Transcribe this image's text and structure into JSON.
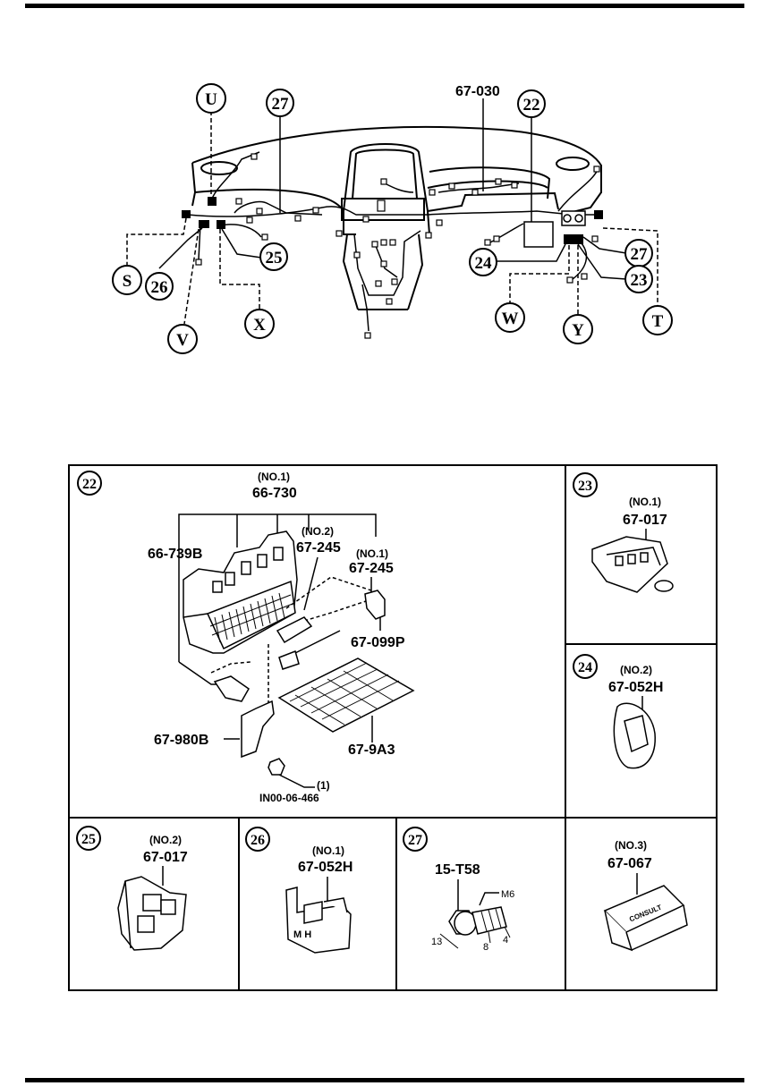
{
  "overview": {
    "callouts": [
      {
        "id": "U",
        "label": "U"
      },
      {
        "id": "c27a",
        "label": "27"
      },
      {
        "id": "c22",
        "label": "22"
      },
      {
        "id": "S",
        "label": "S"
      },
      {
        "id": "c26",
        "label": "26"
      },
      {
        "id": "c25",
        "label": "25"
      },
      {
        "id": "V",
        "label": "V"
      },
      {
        "id": "X",
        "label": "X"
      },
      {
        "id": "c24",
        "label": "24"
      },
      {
        "id": "c27b",
        "label": "27"
      },
      {
        "id": "c23",
        "label": "23"
      },
      {
        "id": "W",
        "label": "W"
      },
      {
        "id": "Y",
        "label": "Y"
      },
      {
        "id": "T",
        "label": "T"
      }
    ],
    "part_67_030": "67-030"
  },
  "panels": {
    "p22": {
      "num": "22",
      "no1": "(NO.1)",
      "part_66_730": "66-730",
      "no2": "(NO.2)",
      "part_67_245_a": "67-245",
      "no1b": "(NO.1)",
      "part_67_245_b": "67-245",
      "part_66_739B": "66-739B",
      "part_67_099P": "67-099P",
      "part_67_980B": "67-980B",
      "part_67_9A3": "67-9A3",
      "qty": "(1)",
      "part_IN00": "IN00-06-466"
    },
    "p23": {
      "num": "23",
      "no": "(NO.1)",
      "part": "67-017"
    },
    "p24": {
      "num": "24",
      "no": "(NO.2)",
      "part": "67-052H"
    },
    "p25": {
      "num": "25",
      "no": "(NO.2)",
      "part": "67-017"
    },
    "p26": {
      "num": "26",
      "no": "(NO.1)",
      "part": "67-052H",
      "marks": "M H"
    },
    "p27": {
      "num": "27",
      "part": "15-T58",
      "thread": "M6",
      "dim13": "13",
      "dim8": "8",
      "dim4": "4"
    },
    "p28": {
      "no": "(NO.3)",
      "part": "67-067",
      "stamp": "CONSULT"
    }
  }
}
